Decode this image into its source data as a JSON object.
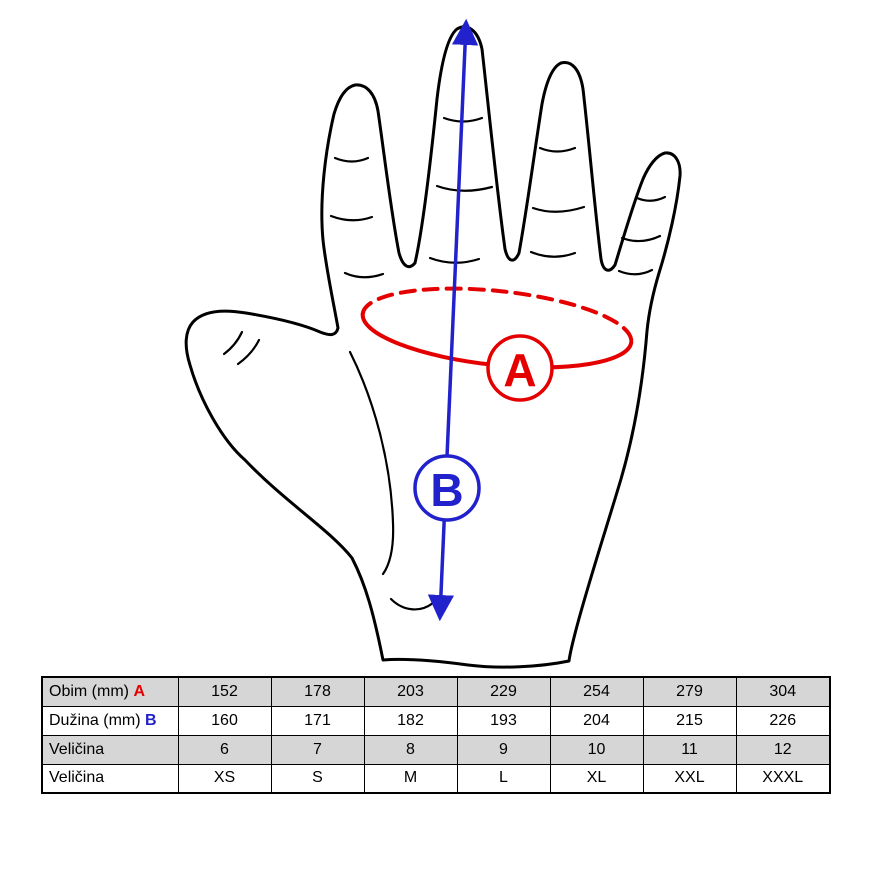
{
  "colors": {
    "a": "#e50000",
    "b": "#2222cc",
    "outline": "#000000",
    "row_shade": "#d6d6d6"
  },
  "diagram": {
    "marker_a": {
      "label": "A"
    },
    "marker_b": {
      "label": "B"
    }
  },
  "size_table": {
    "rows": [
      {
        "label": "Obim (mm)",
        "marker": "A",
        "values": [
          "152",
          "178",
          "203",
          "229",
          "254",
          "279",
          "304"
        ]
      },
      {
        "label": "Dužina (mm)",
        "marker": "B",
        "values": [
          "160",
          "171",
          "182",
          "193",
          "204",
          "215",
          "226"
        ]
      },
      {
        "label": "Veličina",
        "marker": "",
        "values": [
          "6",
          "7",
          "8",
          "9",
          "10",
          "11",
          "12"
        ]
      },
      {
        "label": "Veličina",
        "marker": "",
        "values": [
          "XS",
          "S",
          "M",
          "L",
          "XL",
          "XXL",
          "XXXL"
        ]
      }
    ]
  },
  "chart_data": {
    "type": "table",
    "rows": [
      [
        "Obim (mm) A",
        152,
        178,
        203,
        229,
        254,
        279,
        304
      ],
      [
        "Dužina (mm) B",
        160,
        171,
        182,
        193,
        204,
        215,
        226
      ],
      [
        "Veličina",
        6,
        7,
        8,
        9,
        10,
        11,
        12
      ],
      [
        "Veličina",
        "XS",
        "S",
        "M",
        "L",
        "XL",
        "XXL",
        "XXXL"
      ]
    ]
  }
}
